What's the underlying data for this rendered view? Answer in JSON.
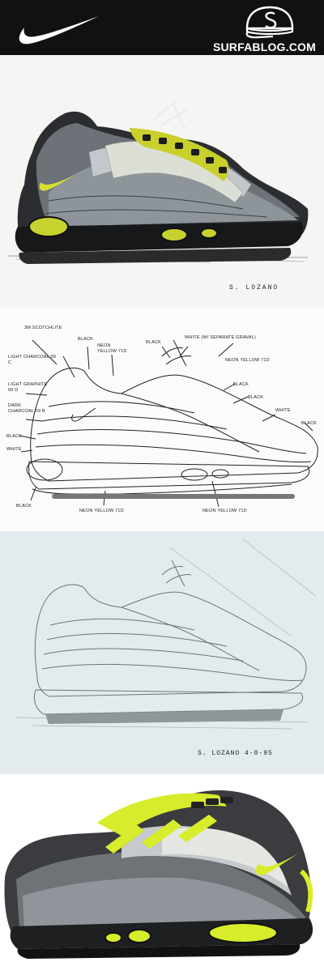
{
  "header": {
    "brand_logo": "nike-swoosh-icon",
    "site_logo": "snapback-cap-icon",
    "site_name": "SURFABLOG.COM",
    "colors": {
      "bar": "#111111",
      "text": "#ffffff"
    }
  },
  "panels": {
    "color_sketch": {
      "signature": "S. LOZANO"
    },
    "spec_sketch": {
      "notes": {
        "top_left": "3M SCOTCHLITE",
        "black_upper": "BLACK",
        "light_charcoal": "LIGHT CHARCOAL 09 C",
        "neon_yellow_top": "NEON YELLOW 71D",
        "black_top": "BLACK",
        "white_top": "WHITE (W/ SEPARATE GRAVAL)",
        "neon_yellow_right": "NEON YELLOW 71D",
        "black_right": "BLACK",
        "black_right_2": "BLACK",
        "light_graphite": "LIGHT GRAPHITE 00 D",
        "dark_charcoal": "DARK CHARCOAL 09 B",
        "white_right": "WHITE",
        "black_toe": "BLACK",
        "black_left": "BLACK",
        "white_left": "WHITE",
        "black_bottom": "BLACK",
        "neon_yellow_bottom_left": "NEON YELLOW 71D",
        "neon_yellow_bottom_right": "NEON YELLOW 71D"
      }
    },
    "pencil_sketch": {
      "signature": "S. LOZANO 4-8-95"
    },
    "photo": {
      "accent": "#d7ec2a"
    }
  }
}
